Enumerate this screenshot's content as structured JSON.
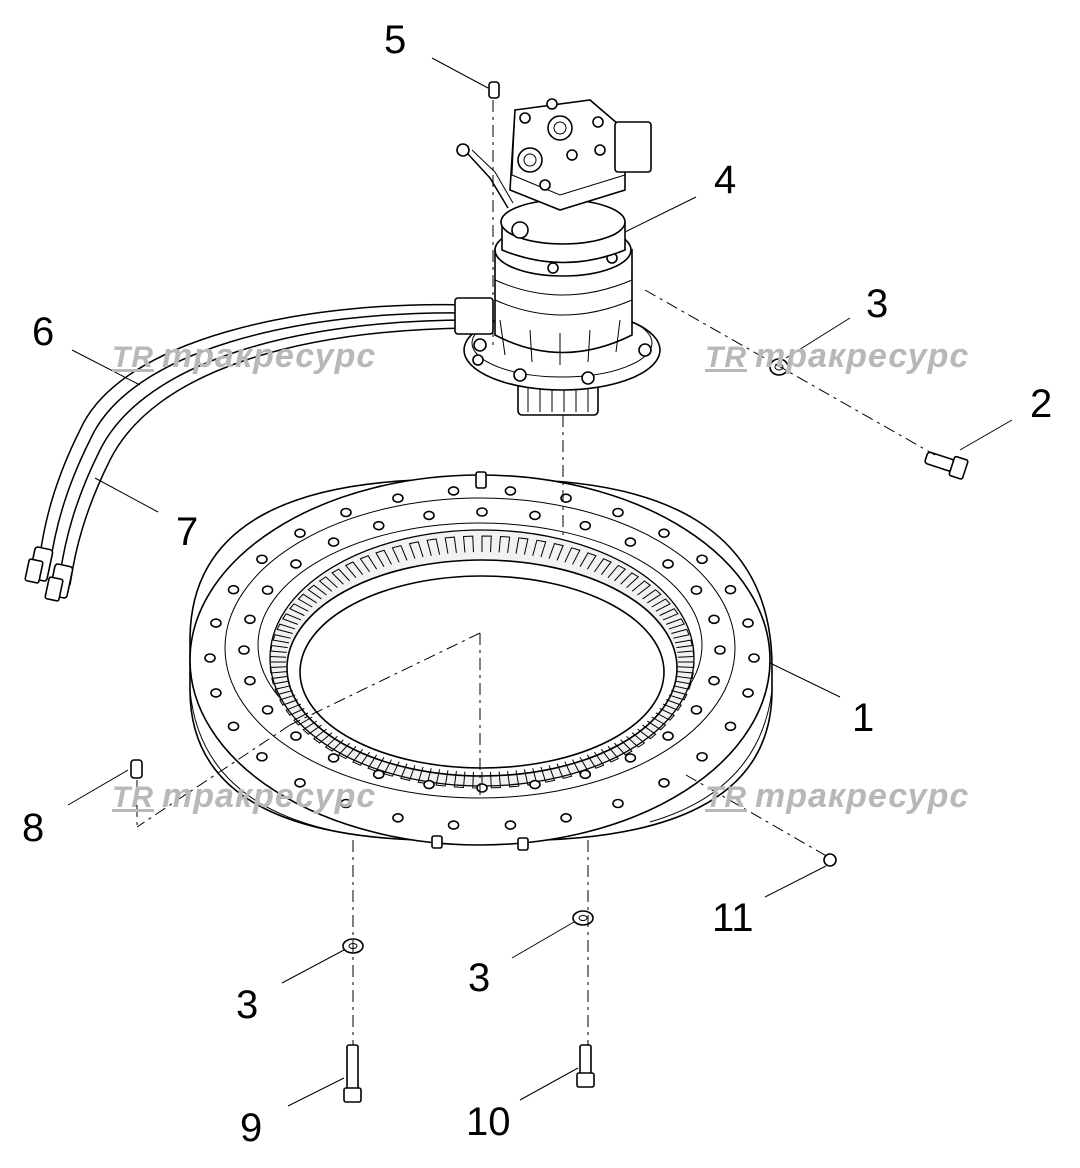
{
  "watermark": {
    "logo": "TR",
    "text": "тракресурс"
  },
  "callouts": [
    {
      "id": "c5",
      "label": "5"
    },
    {
      "id": "c4",
      "label": "4"
    },
    {
      "id": "c3a",
      "label": "3"
    },
    {
      "id": "c6",
      "label": "6"
    },
    {
      "id": "c2",
      "label": "2"
    },
    {
      "id": "c7",
      "label": "7"
    },
    {
      "id": "c1",
      "label": "1"
    },
    {
      "id": "c8",
      "label": "8"
    },
    {
      "id": "c11",
      "label": "11"
    },
    {
      "id": "c3b",
      "label": "3"
    },
    {
      "id": "c3c",
      "label": "3"
    },
    {
      "id": "c9",
      "label": "9"
    },
    {
      "id": "c10",
      "label": "10"
    }
  ]
}
